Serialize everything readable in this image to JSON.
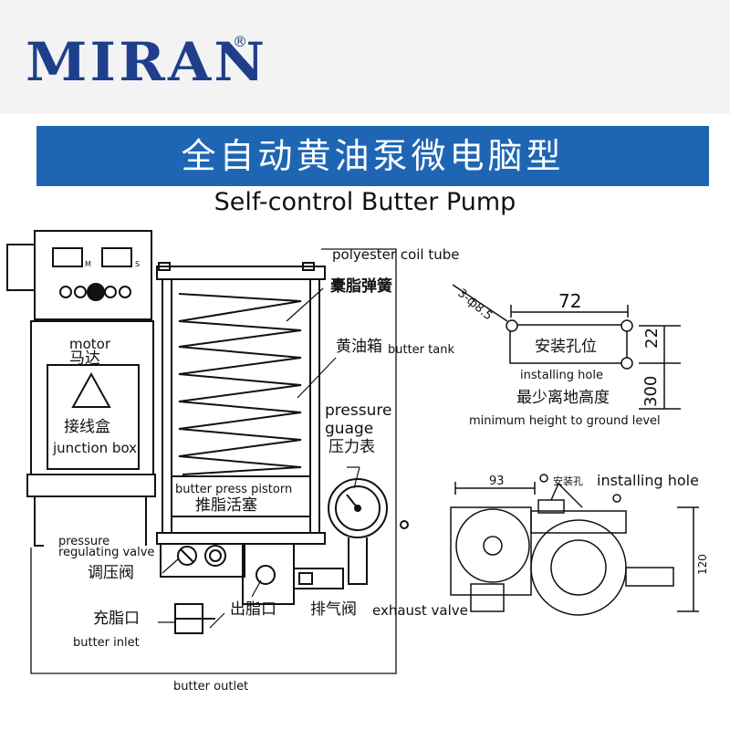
{
  "brand": {
    "name": "MIRAN",
    "registered": "®"
  },
  "banner": {
    "title": "全自动黄油泵微电脑型"
  },
  "subtitle": "Self-control Butter Pump",
  "labels": {
    "polyester_coil_tube": "polyester coil tube",
    "spring_zh": "橐脂弹簧",
    "butter_tank_zh": "黄油箱",
    "butter_tank_en": "butter tank",
    "pressure_guage_1": "pressure",
    "pressure_guage_2": "guage",
    "pressure_gauge_zh": "压力表",
    "motor_en": "motor",
    "motor_zh": "马达",
    "junction_box_zh": "接线盒",
    "junction_box_en": "junction box",
    "piston_en": "butter press pistorn",
    "piston_zh": "推脂活塞",
    "pressure_valve_1": "pressure",
    "pressure_valve_2": "regulating valve",
    "pressure_valve_zh": "调压阀",
    "inlet_zh": "充脂口",
    "inlet_en": "butter inlet",
    "outlet_zh": "出脂口",
    "exhaust_zh": "排气阀",
    "exhaust_en": "exhaust valve",
    "outlet_en": "butter outlet",
    "panel_m": "M",
    "panel_s": "S"
  },
  "top_view": {
    "hole_spec": "3-ф8.5",
    "width": "72",
    "depth": "22",
    "min_height": "300",
    "hole_zh": "安装孔位",
    "hole_en": "installing hole",
    "min_height_zh": "最少离地高度",
    "min_height_en": "minimum height to ground level"
  },
  "side_view": {
    "width": "93",
    "hole_zh": "安装孔",
    "hole_en": "installing hole",
    "height": "120"
  }
}
